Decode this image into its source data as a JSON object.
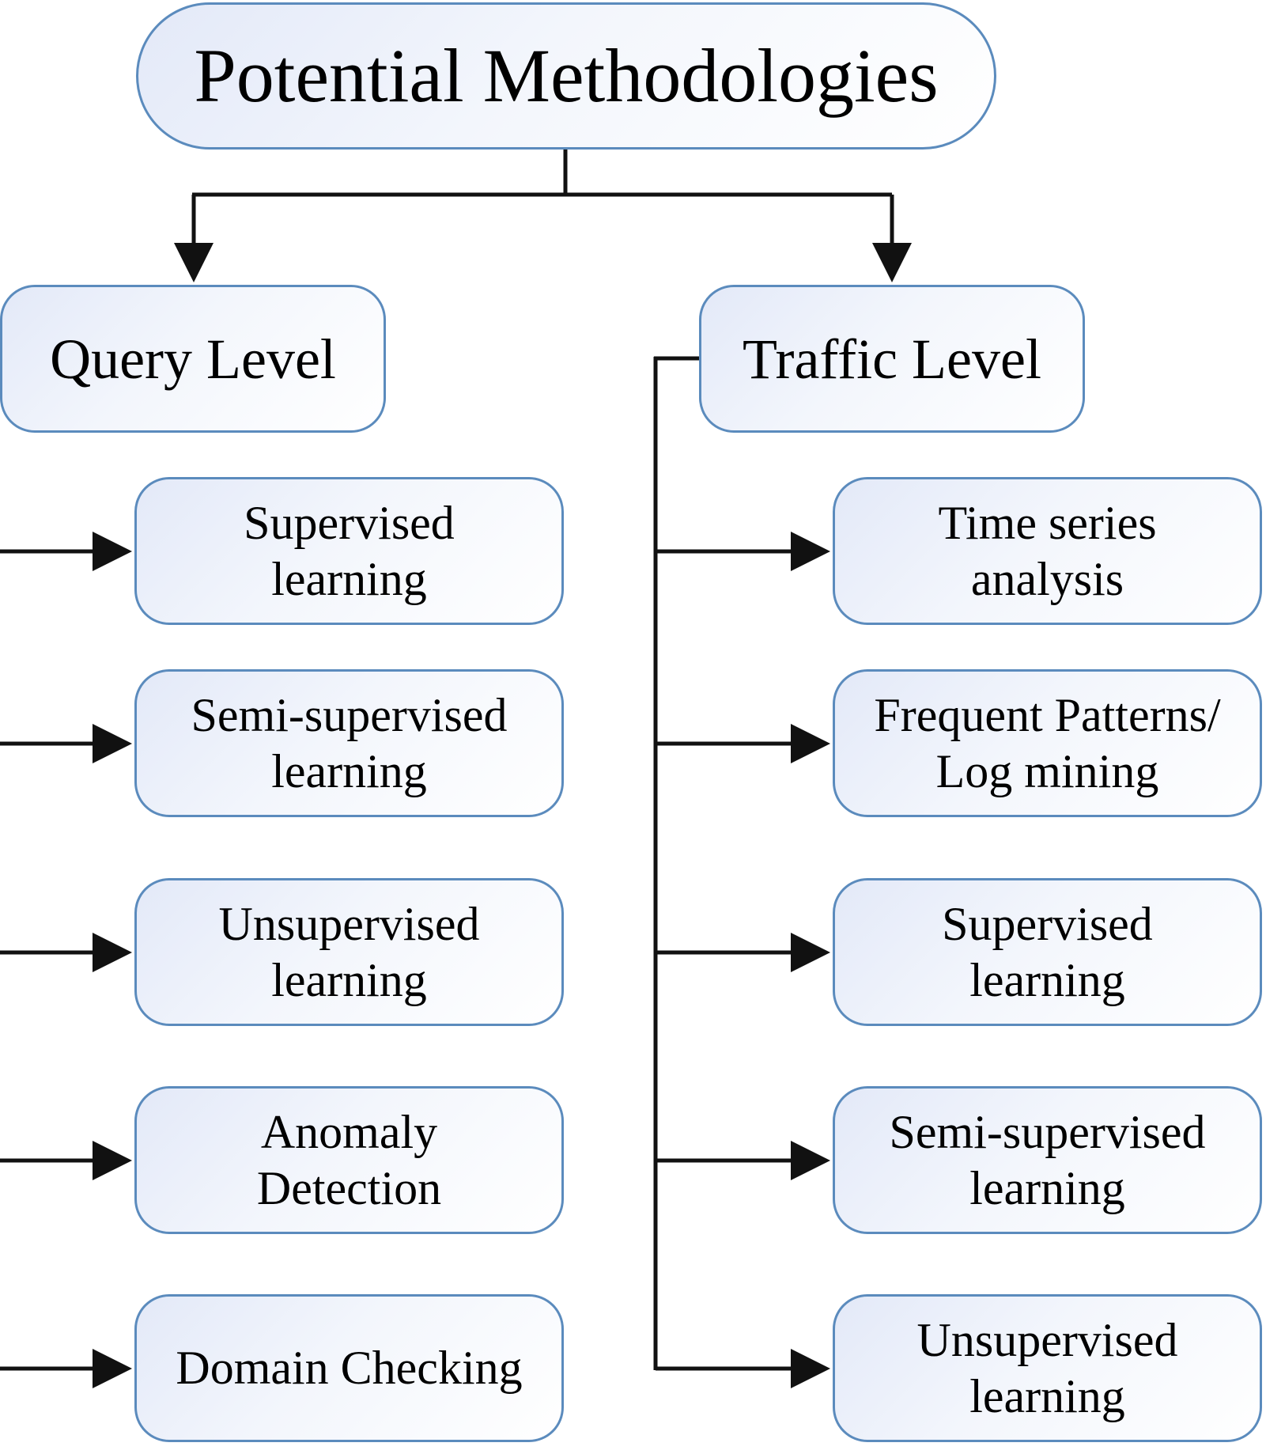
{
  "root": {
    "label": "Potential Methodologies"
  },
  "query_level": {
    "label": "Query Level",
    "children": [
      "Supervised\nlearning",
      "Semi-supervised\nlearning",
      "Unsupervised\nlearning",
      "Anomaly\nDetection",
      "Domain Checking"
    ]
  },
  "traffic_level": {
    "label": "Traffic Level",
    "children": [
      "Time series\nanalysis",
      "Frequent Patterns/\nLog mining",
      "Supervised\nlearning",
      "Semi-supervised\nlearning",
      "Unsupervised\nlearning"
    ]
  },
  "colors": {
    "node_border": "#5b8bbd",
    "node_fill_start": "#e3e9f8",
    "connector": "#111111"
  }
}
